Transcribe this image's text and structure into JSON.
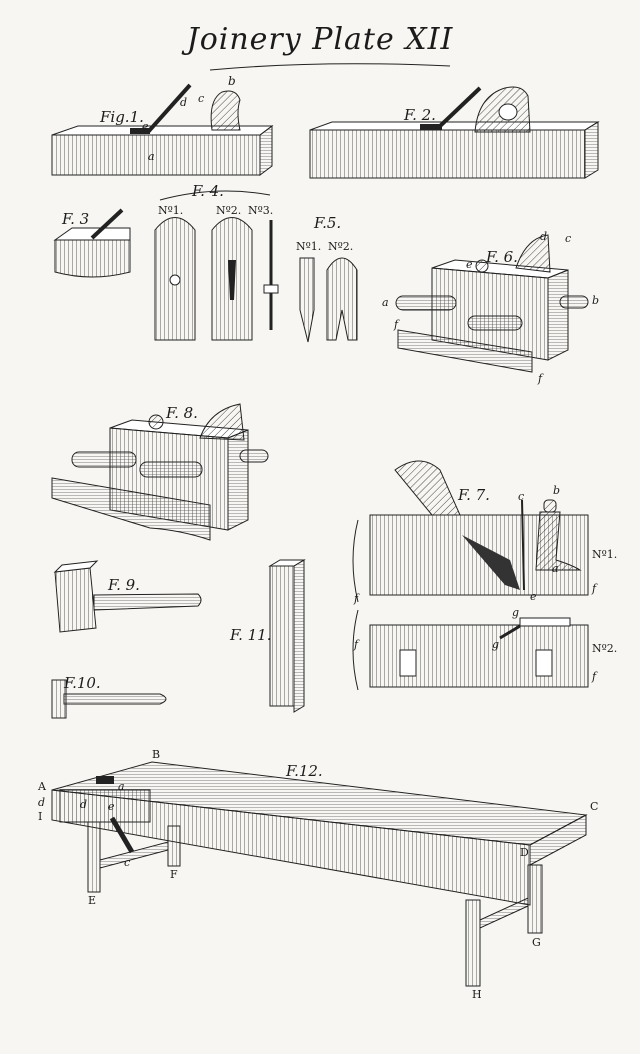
{
  "title": "Joinery Plate XII",
  "figures": {
    "f1": "Fig.1.",
    "f2": "F. 2.",
    "f3": "F. 3",
    "f4": "F. 4.",
    "f5": "F.5.",
    "f6": "F. 6.",
    "f7": "F. 7.",
    "f8": "F. 8.",
    "f9": "F. 9.",
    "f10": "F.10.",
    "f11": "F. 11.",
    "f12": "F.12."
  },
  "sub_labels": {
    "no1": "Nº1.",
    "no2": "Nº2.",
    "no3": "Nº3.",
    "f5_no1": "Nº1.",
    "f5_no2": "Nº2.",
    "f7_no1": "Nº1.",
    "f7_no2": "Nº2."
  },
  "letters": {
    "a": "a",
    "b": "b",
    "c": "c",
    "d": "d",
    "e": "e",
    "f": "f",
    "g": "g",
    "A": "A",
    "B": "B",
    "C": "C",
    "D": "D",
    "E": "E",
    "F": "F",
    "G": "G",
    "H": "H",
    "I": "I"
  }
}
